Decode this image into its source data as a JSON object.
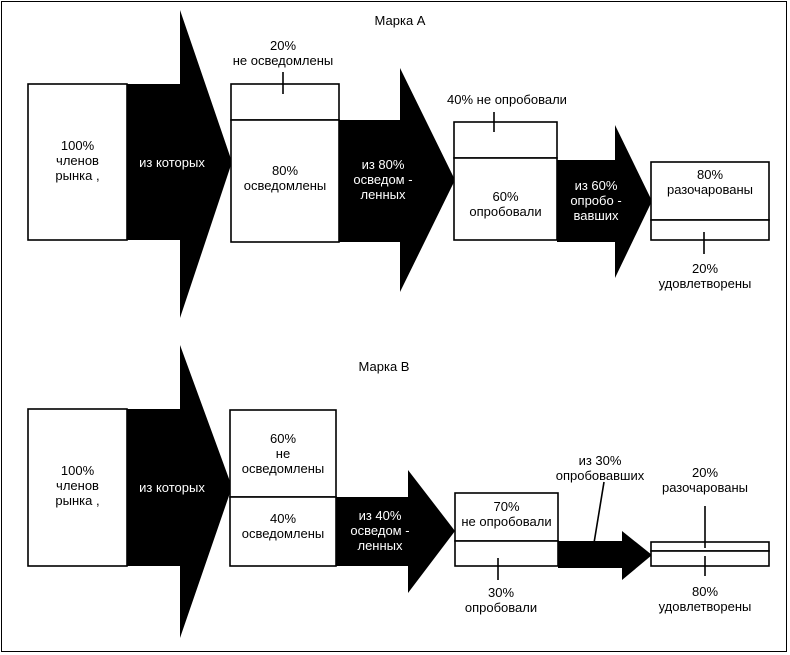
{
  "diagram": {
    "colors": {
      "arrow": "#000000",
      "box_fill": "#ffffff",
      "stroke": "#000000"
    },
    "brand_a": {
      "title": "Марка А",
      "start_box": "100%\nчленов\nрынка ,",
      "arrow1_label": "из которых",
      "unaware_label": "20%\nне осведомлены",
      "aware_box": "80%\nосведомлены",
      "arrow2_label": "из 80%\nосведом -\nленных",
      "not_tried_label": "40% не опробовали",
      "tried_box": "60%\nопробовали",
      "arrow3_label": "из 60%\nопробо -\nвавших",
      "disappointed_box": "80%\nразочарованы",
      "satisfied_label": "20%\nудовлетворены"
    },
    "brand_b": {
      "title": "Марка В",
      "start_box": "100%\nчленов\nрынка ,",
      "arrow1_label": "из которых",
      "unaware_box": "60%\nне\nосведомлены",
      "aware_box": "40%\nосведомлены",
      "arrow2_label": "из 40%\nосведом -\nленных",
      "not_tried_box": "70%\nне опробовали",
      "tried_label": "30%\nопробовали",
      "arrow3_label": "из 30%\nопробовавших",
      "disappointed_label": "20%\nразочарованы",
      "satisfied_label": "80%\nудовлетворены"
    }
  }
}
